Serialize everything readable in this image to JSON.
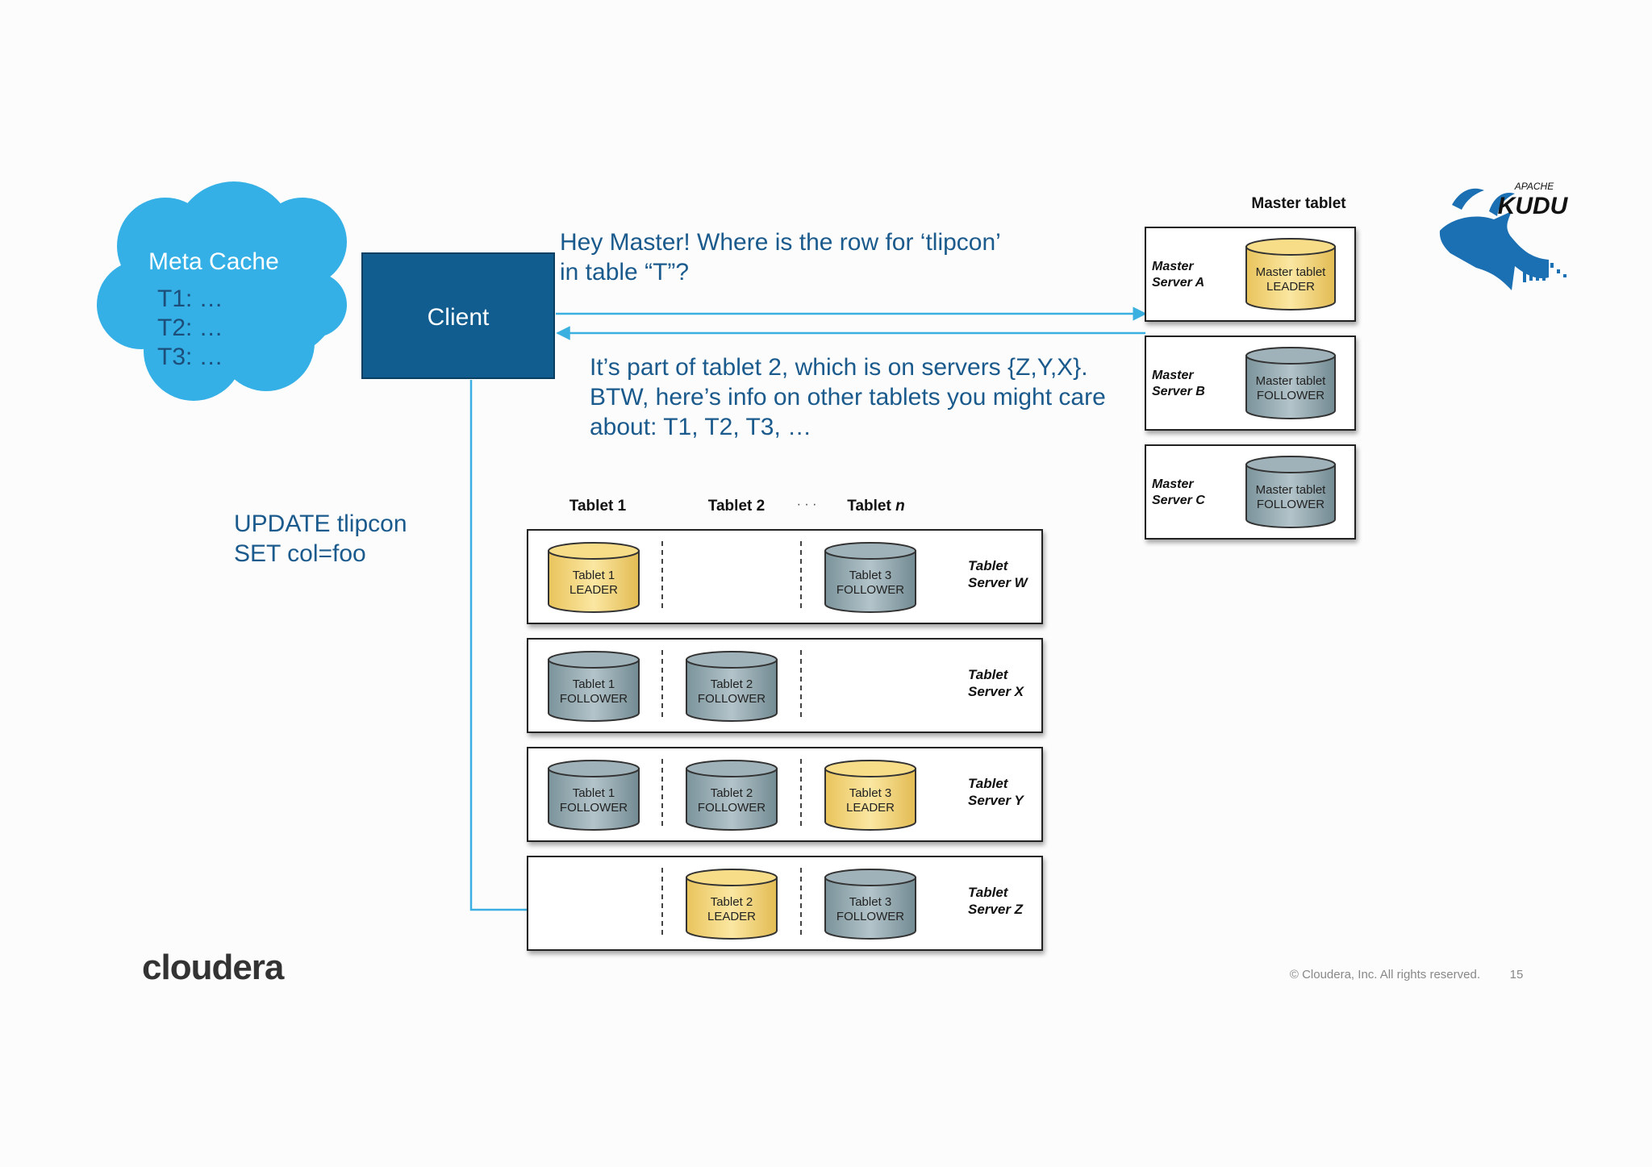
{
  "cloud": {
    "title": "Meta Cache",
    "items": [
      "T1: …",
      "T2: …",
      "T3: …"
    ],
    "color": "#34b0e6"
  },
  "client": {
    "label": "Client",
    "color": "#115d8f"
  },
  "request_text": [
    "Hey Master! Where is the row for ‘tlipcon’",
    "in table “T”?"
  ],
  "response_text": [
    "It’s part of tablet 2, which is on servers {Z,Y,X}.",
    "BTW, here’s info on other tablets you might care",
    "about: T1, T2, T3, …"
  ],
  "update_text": [
    "UPDATE tlipcon",
    "SET col=foo"
  ],
  "master": {
    "header": "Master tablet",
    "servers": [
      {
        "name": [
          "Master",
          "Server A"
        ],
        "tablet": [
          "Master tablet",
          "LEADER"
        ],
        "role": "leader"
      },
      {
        "name": [
          "Master",
          "Server B"
        ],
        "tablet": [
          "Master tablet",
          "FOLLOWER"
        ],
        "role": "follower"
      },
      {
        "name": [
          "Master",
          "Server C"
        ],
        "tablet": [
          "Master tablet",
          "FOLLOWER"
        ],
        "role": "follower"
      }
    ]
  },
  "tablets_header": {
    "t1": "Tablet 1",
    "t2": "Tablet 2",
    "dots": "· · ·",
    "tn_prefix": "Tablet ",
    "tn_italic": "n"
  },
  "tablet_servers": [
    {
      "name": [
        "Tablet",
        "Server W"
      ],
      "slots": [
        [
          "Tablet 1",
          "LEADER",
          "leader"
        ],
        null,
        [
          "Tablet 3",
          "FOLLOWER",
          "follower"
        ]
      ]
    },
    {
      "name": [
        "Tablet",
        "Server X"
      ],
      "slots": [
        [
          "Tablet 1",
          "FOLLOWER",
          "follower"
        ],
        [
          "Tablet 2",
          "FOLLOWER",
          "follower"
        ],
        null
      ]
    },
    {
      "name": [
        "Tablet",
        "Server Y"
      ],
      "slots": [
        [
          "Tablet 1",
          "FOLLOWER",
          "follower"
        ],
        [
          "Tablet 2",
          "FOLLOWER",
          "follower"
        ],
        [
          "Tablet 3",
          "LEADER",
          "leader"
        ]
      ]
    },
    {
      "name": [
        "Tablet",
        "Server Z"
      ],
      "slots": [
        null,
        [
          "Tablet 2",
          "LEADER",
          "leader"
        ],
        [
          "Tablet 3",
          "FOLLOWER",
          "follower"
        ]
      ]
    }
  ],
  "logo": {
    "kudu_top": "APACHE",
    "kudu_main": "KUDU",
    "cloudera": "cloudera"
  },
  "footer": {
    "copyright": "© Cloudera, Inc. All rights reserved.",
    "page": "15"
  },
  "colors": {
    "leader_fill": "#f5d77e",
    "follower_fill": "#8fa6ae",
    "arrow": "#3ab0e0",
    "text_blue": "#1a5a8c"
  }
}
